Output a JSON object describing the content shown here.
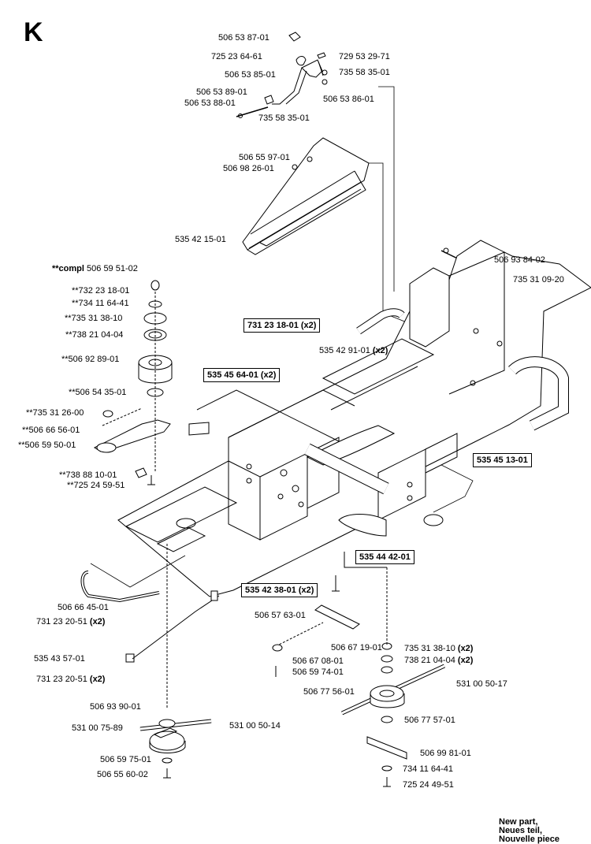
{
  "section_letter": "K",
  "compl": {
    "prefix": "**compl",
    "code": "506 59 51-02"
  },
  "labels": [
    {
      "id": "l1",
      "text": "506 53 87-01"
    },
    {
      "id": "l2",
      "text": "725 23 64-61"
    },
    {
      "id": "l3",
      "text": "729 53 29-71"
    },
    {
      "id": "l4",
      "text": "506 53 85-01"
    },
    {
      "id": "l5",
      "text": "735 58 35-01"
    },
    {
      "id": "l6",
      "text": "506 53 89-01"
    },
    {
      "id": "l7",
      "text": "506 53 88-01"
    },
    {
      "id": "l8",
      "text": "506 53 86-01"
    },
    {
      "id": "l9",
      "text": "735 58 35-01"
    },
    {
      "id": "l10",
      "text": "506 55 97-01"
    },
    {
      "id": "l11",
      "text": "506 98 26-01"
    },
    {
      "id": "l12",
      "text": "535 42 15-01"
    },
    {
      "id": "l13",
      "text": "506 93 84-02"
    },
    {
      "id": "l14",
      "text": "735 31 09-20"
    },
    {
      "id": "l15",
      "text": "**732 23 18-01"
    },
    {
      "id": "l16",
      "text": "**734 11 64-41"
    },
    {
      "id": "l17",
      "text": "**735 31 38-10"
    },
    {
      "id": "l18",
      "text": "**738 21 04-04"
    },
    {
      "id": "l19",
      "text": "**506 92 89-01"
    },
    {
      "id": "l20",
      "text": "**506 54 35-01"
    },
    {
      "id": "l21",
      "text": "**735 31 26-00"
    },
    {
      "id": "l22",
      "text": "**506 66 56-01"
    },
    {
      "id": "l23",
      "text": "**506 59 50-01"
    },
    {
      "id": "l24",
      "text": "**738 88 10-01"
    },
    {
      "id": "l25",
      "text": "**725 24 59-51"
    },
    {
      "id": "l26",
      "text": "535 42 91-01"
    },
    {
      "id": "l27",
      "text": "506 66 45-01"
    },
    {
      "id": "l28",
      "text": "731 23 20-51"
    },
    {
      "id": "l29",
      "text": "535 43 57-01"
    },
    {
      "id": "l30",
      "text": "731 23 20-51"
    },
    {
      "id": "l31",
      "text": "506 57 63-01"
    },
    {
      "id": "l32",
      "text": "506 67 19-01"
    },
    {
      "id": "l33",
      "text": "506 67 08-01"
    },
    {
      "id": "l34",
      "text": "506 59 74-01"
    },
    {
      "id": "l35",
      "text": "735 31 38-10"
    },
    {
      "id": "l36",
      "text": "738 21 04-04"
    },
    {
      "id": "l37",
      "text": "506 77 56-01"
    },
    {
      "id": "l38",
      "text": "531 00 50-17"
    },
    {
      "id": "l39",
      "text": "506 77 57-01"
    },
    {
      "id": "l40",
      "text": "506 99 81-01"
    },
    {
      "id": "l41",
      "text": "734 11 64-41"
    },
    {
      "id": "l42",
      "text": "725 24 49-51"
    },
    {
      "id": "l43",
      "text": "506 93 90-01"
    },
    {
      "id": "l44",
      "text": "531 00 75-89"
    },
    {
      "id": "l45",
      "text": "531 00 50-14"
    },
    {
      "id": "l46",
      "text": "506 59 75-01"
    },
    {
      "id": "l47",
      "text": "506 55 60-02"
    }
  ],
  "qty": {
    "x2": "(x2)"
  },
  "boxed": [
    {
      "id": "b1",
      "text": "731 23 18-01 (x2)"
    },
    {
      "id": "b2",
      "text": "535 45 64-01 (x2)"
    },
    {
      "id": "b3",
      "text": "535 45 13-01"
    },
    {
      "id": "b4",
      "text": "535 44 42-01"
    },
    {
      "id": "b5",
      "text": "535 42 38-01 (x2)"
    }
  ],
  "legend": [
    "New part,",
    "Neues teil,",
    "Nouvelle piece"
  ]
}
